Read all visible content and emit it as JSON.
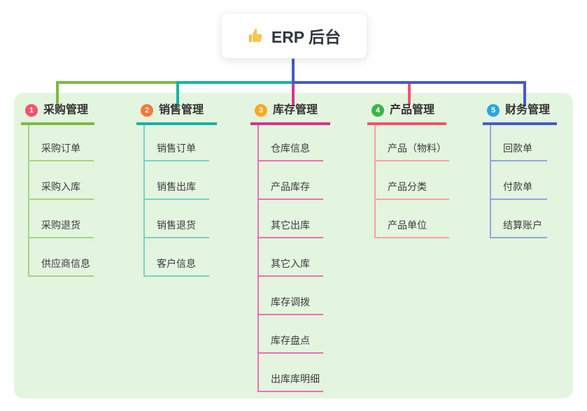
{
  "root": {
    "label": "ERP 后台",
    "icon": "thumbs-up-icon",
    "icon_color": "#F7C64B"
  },
  "panel": {
    "background": "#E3F4DF"
  },
  "connector_colors": {
    "root_line": "#4659CF",
    "branch_1": "#7FBA3F",
    "branch_2": "#17B3A3",
    "branch_3": "#D6358C",
    "branch_4": "#F4536B",
    "branch_5": "#4659CF"
  },
  "branches": [
    {
      "index": "1",
      "label": "采购管理",
      "badge_color": "#F4516C",
      "line_color": "#7FBA3F",
      "child_line_color": "#A8D381",
      "children": [
        "采购订单",
        "采购入库",
        "采购退货",
        "供应商信息"
      ]
    },
    {
      "index": "2",
      "label": "销售管理",
      "badge_color": "#F87637",
      "line_color": "#17B3A3",
      "child_line_color": "#79D2C5",
      "children": [
        "销售订单",
        "销售出库",
        "销售退货",
        "客户信息"
      ]
    },
    {
      "index": "3",
      "label": "库存管理",
      "badge_color": "#FBA81F",
      "line_color": "#D6358C",
      "child_line_color": "#F06EB1",
      "children": [
        "仓库信息",
        "产品库存",
        "其它出库",
        "其它入库",
        "库存调拨",
        "库存盘点",
        "出库库明细"
      ]
    },
    {
      "index": "4",
      "label": "产品管理",
      "badge_color": "#39B54A",
      "line_color": "#F4536B",
      "child_line_color": "#F8A2A2",
      "children": [
        "产品（物料）",
        "产品分类",
        "产品单位"
      ]
    },
    {
      "index": "5",
      "label": "财务管理",
      "badge_color": "#29A6DF",
      "line_color": "#4659CF",
      "child_line_color": "#8FA6DE",
      "children": [
        "回款单",
        "付款单",
        "结算账户"
      ]
    }
  ]
}
